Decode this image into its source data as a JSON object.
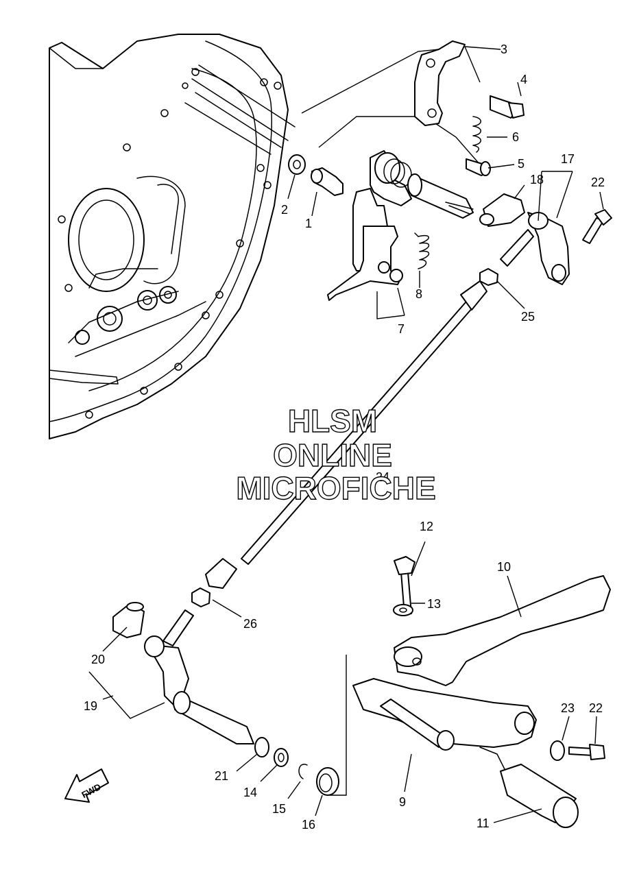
{
  "watermark": {
    "line1": "HLSM",
    "line2": "ONLINE",
    "line3": "MICROFICHE"
  },
  "direction_label": "FWD",
  "callouts": [
    "1",
    "2",
    "3",
    "4",
    "5",
    "6",
    "7",
    "8",
    "9",
    "10",
    "11",
    "12",
    "13",
    "14",
    "15",
    "16",
    "17",
    "18",
    "19",
    "20",
    "21",
    "22",
    "22",
    "23",
    "24",
    "25",
    "26"
  ]
}
